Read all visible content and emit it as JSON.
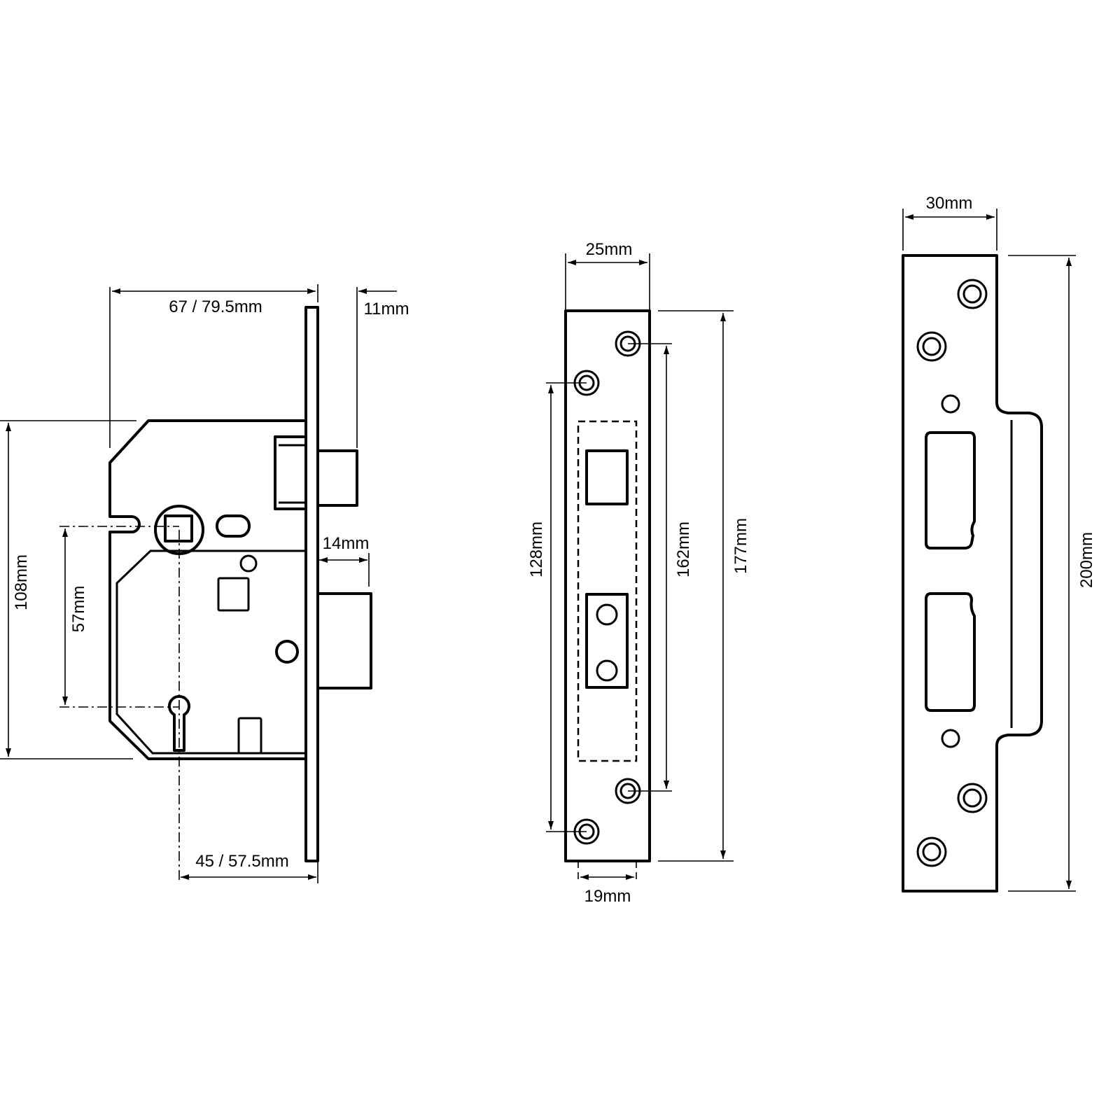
{
  "sashlock": {
    "width_label": "67 / 79.5mm",
    "latch_projection_label": "11mm",
    "bolt_throw_label": "14mm",
    "case_height_label": "108mm",
    "centres_label": "57mm",
    "backset_label": "45 / 57.5mm"
  },
  "forend": {
    "width_label": "25mm",
    "height_label": "177mm",
    "fixing_centres_outer_label": "162mm",
    "fixing_centres_inner_label": "128mm",
    "case_width_label": "19mm"
  },
  "strike_plate": {
    "width_label": "30mm",
    "height_label": "200mm"
  }
}
